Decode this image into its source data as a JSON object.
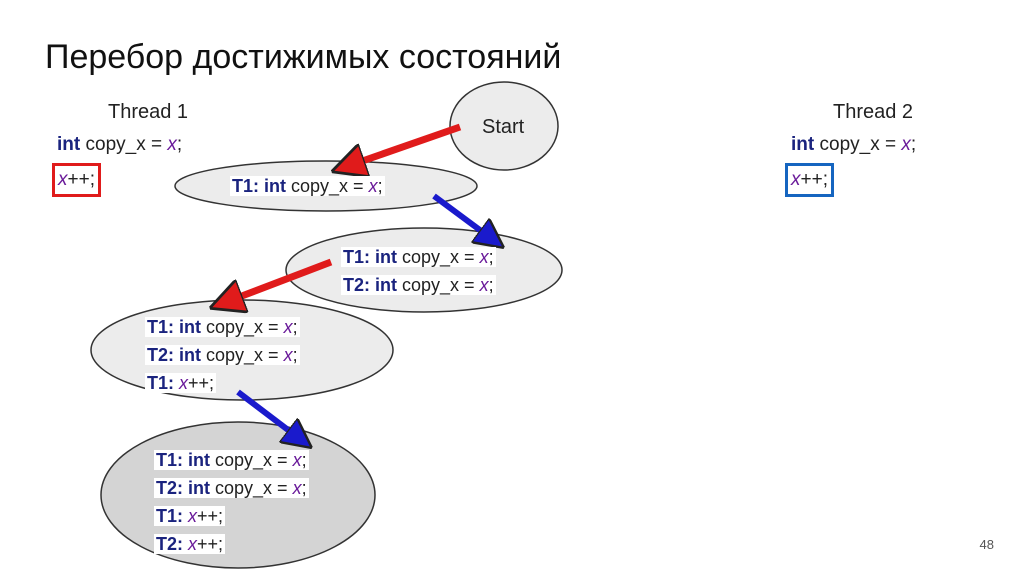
{
  "slide": {
    "title": "Перебор достижимых состояний",
    "number": "48"
  },
  "thread1": {
    "title": "Thread 1",
    "line1_kw": "int",
    "line1_mid": " copy_x = ",
    "line1_var": "x",
    "line1_end": ";",
    "line2_var": "x",
    "line2_end": "++;"
  },
  "thread2": {
    "title": "Thread 2",
    "line1_kw": "int",
    "line1_mid": " copy_x = ",
    "line1_var": "x",
    "line1_end": ";",
    "line2_var": "x",
    "line2_end": "++;"
  },
  "nodes": {
    "start": {
      "label": "Start"
    },
    "s1": {
      "lines": [
        {
          "t": "T1:",
          "kw": "int",
          "mid": " copy_x = ",
          "var": "x",
          "end": ";"
        }
      ]
    },
    "s2": {
      "lines": [
        {
          "t": "T1:",
          "kw": "int",
          "mid": " copy_x = ",
          "var": "x",
          "end": ";"
        },
        {
          "t": "T2:",
          "kw": "int",
          "mid": " copy_x = ",
          "var": "x",
          "end": ";"
        }
      ]
    },
    "s3": {
      "lines": [
        {
          "t": "T1:",
          "kw": "int",
          "mid": " copy_x = ",
          "var": "x",
          "end": ";"
        },
        {
          "t": "T2:",
          "kw": "int",
          "mid": " copy_x = ",
          "var": "x",
          "end": ";"
        },
        {
          "t": "T1:",
          "var": "x",
          "end": "++;"
        }
      ]
    },
    "s4": {
      "lines": [
        {
          "t": "T1:",
          "kw": "int",
          "mid": " copy_x = ",
          "var": "x",
          "end": ";"
        },
        {
          "t": "T2:",
          "kw": "int",
          "mid": " copy_x = ",
          "var": "x",
          "end": ";"
        },
        {
          "t": "T1:",
          "var": "x",
          "end": "++;"
        },
        {
          "t": "T2:",
          "var": "x",
          "end": "++;"
        }
      ]
    }
  },
  "colors": {
    "thread1_arrow": "#e01b1b",
    "thread2_arrow": "#1a1acc",
    "node_fill": "#ececec",
    "final_node_fill": "#d4d4d4"
  }
}
